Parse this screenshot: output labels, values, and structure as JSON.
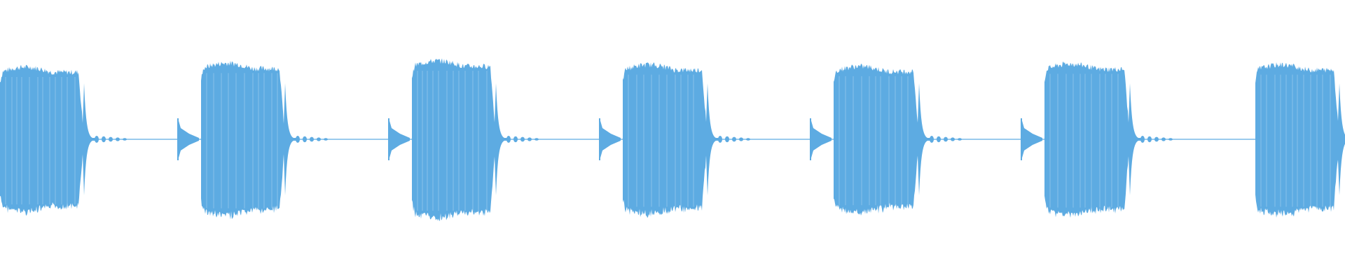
{
  "waveform": {
    "color": "#5dabe2",
    "baseline_color": "#5dabe2",
    "bursts": [
      {
        "start": 0,
        "end": 118,
        "peak": 0.92,
        "pre_click": false
      },
      {
        "start": 287,
        "end": 405,
        "peak": 0.97,
        "pre_click": true
      },
      {
        "start": 588,
        "end": 706,
        "peak": 1.0,
        "pre_click": true
      },
      {
        "start": 889,
        "end": 1008,
        "peak": 0.95,
        "pre_click": true
      },
      {
        "start": 1190,
        "end": 1310,
        "peak": 0.93,
        "pre_click": true
      },
      {
        "start": 1491,
        "end": 1611,
        "peak": 0.96,
        "pre_click": true
      },
      {
        "start": 1792,
        "end": 1910,
        "peak": 0.95,
        "pre_click": false
      }
    ]
  }
}
